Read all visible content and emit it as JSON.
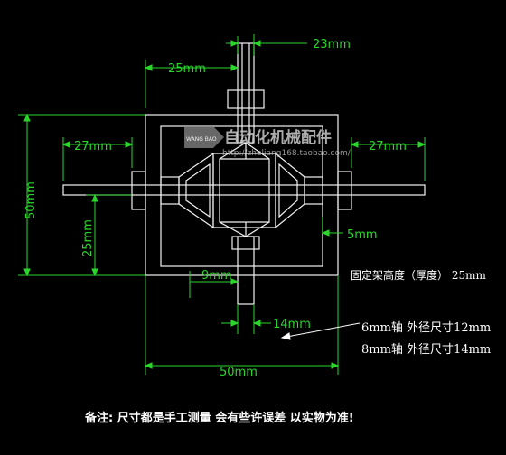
{
  "dimensions": {
    "top_shaft_width": "23mm",
    "top_offset": "25mm",
    "left_shaft_length": "27mm",
    "right_shaft_length": "27mm",
    "total_height": "50mm",
    "lower_half": "25mm",
    "small_gap": "5mm",
    "bottom_inner": "9mm",
    "bottom_shaft": "14mm",
    "bottom_width": "50mm"
  },
  "notes": {
    "frame_height": "固定架高度（厚度） 25mm",
    "shaft_6mm": "6mm轴  外径尺寸12mm",
    "shaft_8mm": "8mm轴  外径尺寸14mm",
    "remark": "备注:  尺寸都是手工测量  会有些许误差  以实物为准!"
  },
  "watermark": {
    "title": "自动化机械配件",
    "url": "http://zheliang168.taobao.com/",
    "logo_text": "WANG BAO"
  },
  "colors": {
    "dimension": "#2bd62b",
    "drawing": "#ffffff",
    "background": "#000000"
  }
}
